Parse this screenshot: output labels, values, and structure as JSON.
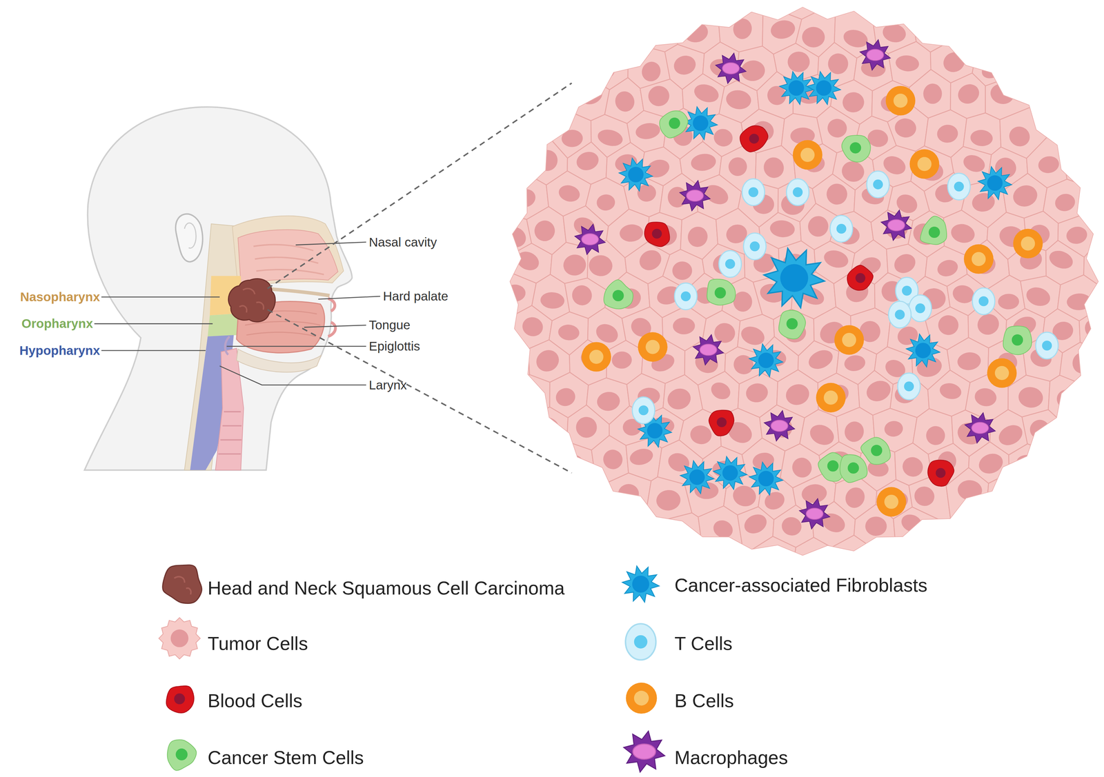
{
  "diagram": {
    "labels": [
      "Nasal cavity",
      "Nasopharynx",
      "Hard palate",
      "Oropharynx",
      "Tongue",
      "Hypopharynx",
      "Epiglottis",
      "Larynx"
    ],
    "legend": [
      {
        "text": "Head and Neck Squamous Cell Carcinoma"
      },
      {
        "text": "Cancer-associated Fibroblasts"
      },
      {
        "text": "Tumor Cells"
      },
      {
        "text": "T Cells"
      },
      {
        "text": "Blood Cells"
      },
      {
        "text": "B Cells"
      },
      {
        "text": "Cancer Stem Cells"
      },
      {
        "text": "Macrophages"
      }
    ]
  }
}
